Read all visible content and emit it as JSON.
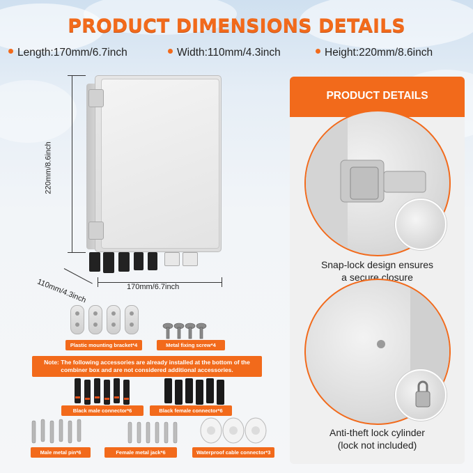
{
  "title": "PRODUCT DIMENSIONS DETAILS",
  "dimensions": {
    "length": "Length:170mm/6.7inch",
    "width": "Width:110mm/4.3inch",
    "height": "Height:220mm/8.6inch"
  },
  "illustration": {
    "height_label": "220mm/8.6inch",
    "depth_label": "110mm/4.3inch",
    "width_label": "170mm/6.7inch"
  },
  "accessories": {
    "bracket_label": "Plastic mounting bracket*4",
    "screw_label": "Metal fixing screw*4",
    "note": "Note: The following accessories are already installed at the bottom of the combiner box and are not considered additional accessories.",
    "male_connector_label": "Black male connector*6",
    "female_connector_label": "Black female connector*6",
    "male_pin_label": "Male metal pin*6",
    "female_jack_label": "Female metal jack*6",
    "cable_connector_label": "Waterproof cable connector*3"
  },
  "details_panel": {
    "header": "PRODUCT DETAILS",
    "caption_1_line1": "Snap-lock design ensures",
    "caption_1_line2": "a secure closure",
    "caption_2_line1": "Anti-theft lock cylinder",
    "caption_2_line2": "(lock not included)"
  },
  "colors": {
    "accent": "#f26a1b",
    "box": "#e3e3e3"
  }
}
